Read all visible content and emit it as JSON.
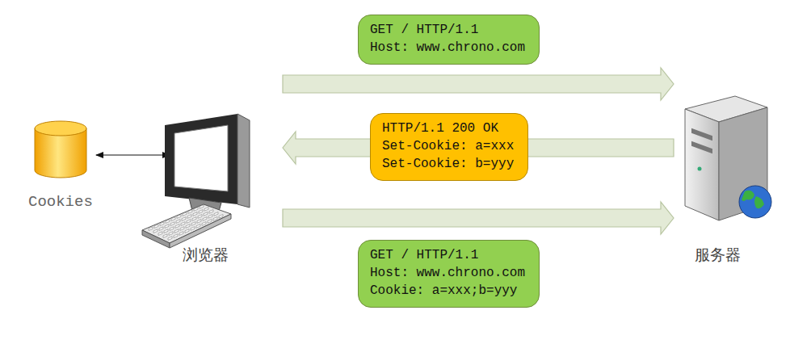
{
  "diagram": {
    "nodes": [
      {
        "text": [
          "Cookies"
        ]
      },
      {
        "text": [
          "浏览器"
        ]
      },
      {
        "text": [
          "服务器"
        ]
      },
      {
        "text": [
          "GET / HTTP/1.1",
          "Host: www.chrono.com"
        ]
      },
      {
        "text": [
          "HTTP/1.1 200 OK",
          "Set-Cookie: a=xxx",
          "Set-Cookie: b=yyy"
        ]
      },
      {
        "text": [
          "GET / HTTP/1.1",
          "Host: www.chrono.com",
          "Cookie: a=xxx;b=yyy"
        ]
      }
    ],
    "edges": [
      {
        "from": 0,
        "to": 1,
        "arrow": "both"
      },
      {
        "from": 1,
        "to": 2,
        "arrow": "to"
      },
      {
        "from": 2,
        "to": 1,
        "arrow": "to"
      },
      {
        "from": 1,
        "to": 2,
        "arrow": "to"
      }
    ]
  }
}
